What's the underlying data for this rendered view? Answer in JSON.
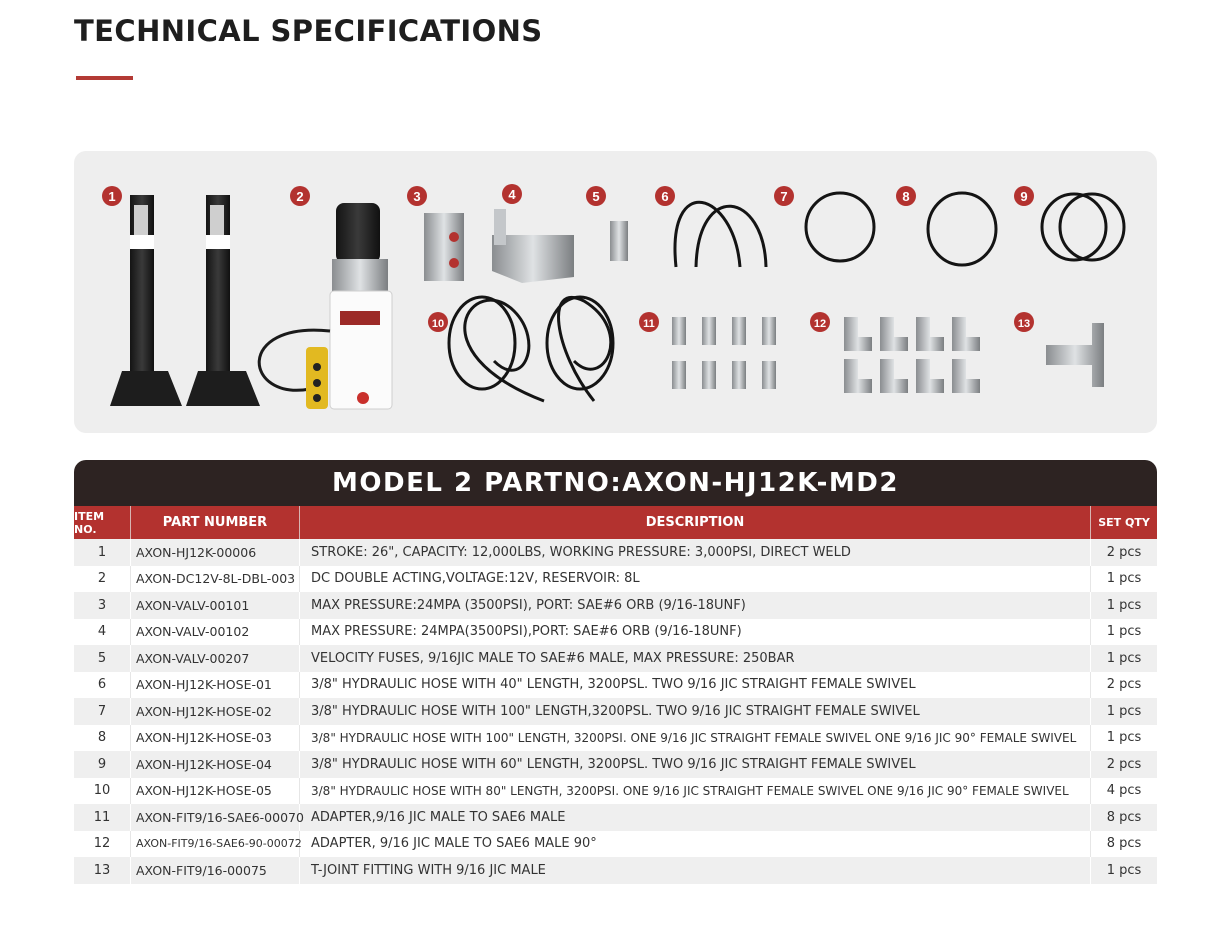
{
  "page": {
    "title": "TECHNICAL SPECIFICATIONS",
    "accent_color": "#b33a35"
  },
  "product_panel": {
    "badge_color": "#b3322f",
    "badges": [
      "1",
      "2",
      "3",
      "4",
      "5",
      "6",
      "7",
      "8",
      "9",
      "10",
      "11",
      "12",
      "13"
    ]
  },
  "spec_table": {
    "model_title": "MODEL 2 PARTNO:AXON-HJ12K-MD2",
    "header_color": "#2d2322",
    "columns": {
      "item_no": "ITEM NO.",
      "part_number": "PART NUMBER",
      "description": "DESCRIPTION",
      "set_qty": "SET QTY"
    },
    "rows": [
      {
        "item": "1",
        "part": "AXON-HJ12K-00006",
        "description": "STROKE: 26\", CAPACITY: 12,000LBS, WORKING PRESSURE: 3,000PSI, DIRECT WELD",
        "qty": "2 pcs"
      },
      {
        "item": "2",
        "part": "AXON-DC12V-8L-DBL-003",
        "description": "DC DOUBLE ACTING,VOLTAGE:12V, RESERVOIR: 8L",
        "qty": "1 pcs"
      },
      {
        "item": "3",
        "part": "AXON-VALV-00101",
        "description": "MAX PRESSURE:24MPA (3500PSI), PORT: SAE#6 ORB (9/16-18UNF)",
        "qty": "1 pcs"
      },
      {
        "item": "4",
        "part": "AXON-VALV-00102",
        "description": "MAX PRESSURE: 24MPA(3500PSI),PORT: SAE#6 ORB (9/16-18UNF)",
        "qty": "1 pcs"
      },
      {
        "item": "5",
        "part": "AXON-VALV-00207",
        "description": "VELOCITY FUSES, 9/16JIC MALE TO SAE#6 MALE, MAX PRESSURE: 250BAR",
        "qty": "1 pcs"
      },
      {
        "item": "6",
        "part": "AXON-HJ12K-HOSE-01",
        "description": "3/8\" HYDRAULIC HOSE WITH 40\" LENGTH, 3200PSL. TWO 9/16 JIC STRAIGHT FEMALE SWIVEL",
        "qty": "2 pcs"
      },
      {
        "item": "7",
        "part": "AXON-HJ12K-HOSE-02",
        "description": "3/8\" HYDRAULIC HOSE WITH 100\" LENGTH,3200PSL. TWO 9/16 JIC STRAIGHT FEMALE SWIVEL",
        "qty": "1 pcs"
      },
      {
        "item": "8",
        "part": "AXON-HJ12K-HOSE-03",
        "description": "3/8\" HYDRAULIC HOSE WITH 100\" LENGTH, 3200PSI. ONE 9/16 JIC STRAIGHT FEMALE SWIVEL ONE 9/16 JIC 90° FEMALE SWIVEL",
        "qty": "1 pcs"
      },
      {
        "item": "9",
        "part": "AXON-HJ12K-HOSE-04",
        "description": "3/8\" HYDRAULIC HOSE WITH 60\" LENGTH, 3200PSL. TWO 9/16 JIC STRAIGHT FEMALE SWIVEL",
        "qty": "2 pcs"
      },
      {
        "item": "10",
        "part": "AXON-HJ12K-HOSE-05",
        "description": "3/8\" HYDRAULIC HOSE WITH 80\" LENGTH, 3200PSI. ONE 9/16 JIC STRAIGHT FEMALE SWIVEL ONE 9/16 JIC 90° FEMALE SWIVEL",
        "qty": "4 pcs"
      },
      {
        "item": "11",
        "part": "AXON-FIT9/16-SAE6-00070",
        "description": "ADAPTER,9/16 JIC MALE TO SAE6 MALE",
        "qty": "8 pcs"
      },
      {
        "item": "12",
        "part": "AXON-FIT9/16-SAE6-90-00072",
        "description": "ADAPTER, 9/16 JIC MALE TO SAE6 MALE 90°",
        "qty": "8 pcs"
      },
      {
        "item": "13",
        "part": "AXON-FIT9/16-00075",
        "description": "T-JOINT FITTING WITH 9/16 JIC MALE",
        "qty": "1 pcs"
      }
    ]
  }
}
